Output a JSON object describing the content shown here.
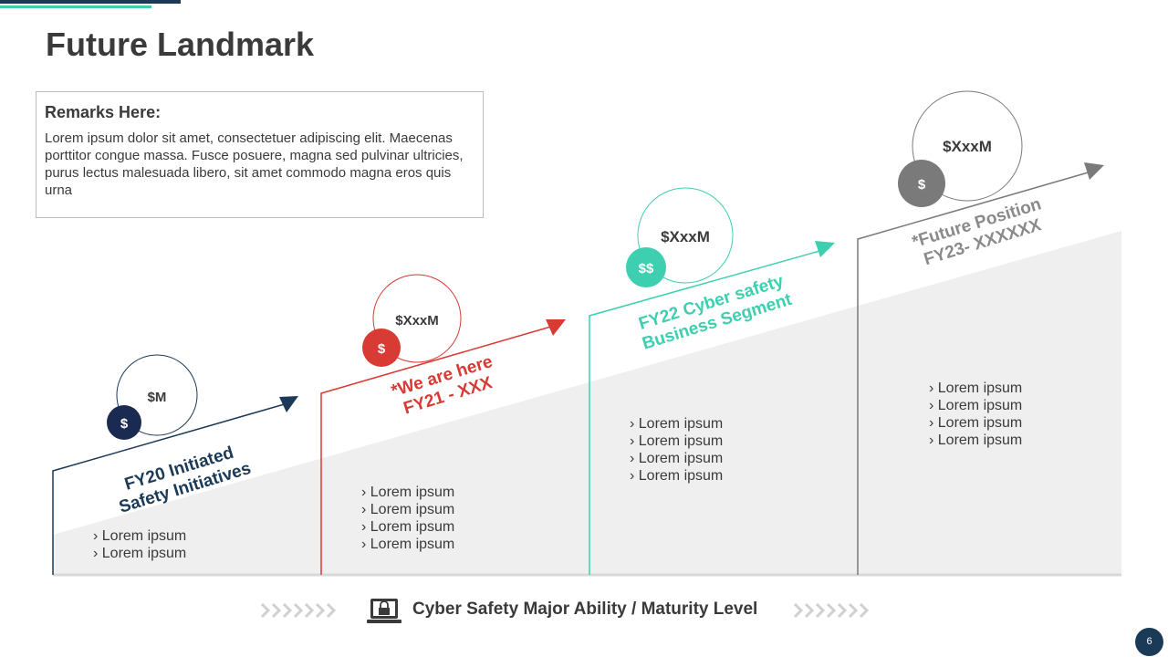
{
  "slide": {
    "title": "Future Landmark",
    "page_number": "6"
  },
  "remarks": {
    "heading": "Remarks Here:",
    "body": "Lorem ipsum dolor sit amet, consectetuer adipiscing elit. Maecenas porttitor congue massa. Fusce posuere, magna sed pulvinar ultricies, purus lectus malesuada libero, sit amet commodo magna eros quis urna"
  },
  "colors": {
    "navy": "#1b3a57",
    "red": "#d83a34",
    "teal": "#3ecfb0",
    "gray": "#7a7a7a",
    "text": "#3a3a3a"
  },
  "stages": [
    {
      "amount": "$M",
      "badge": "$",
      "label_line1": "FY20 Initiated",
      "label_line2": "Safety Initiatives",
      "bullets": [
        "Lorem ipsum",
        "Lorem ipsum"
      ]
    },
    {
      "amount": "$XxxM",
      "badge": "$",
      "label_line1": "*We are here",
      "label_line2": "FY21 - XXX",
      "bullets": [
        "Lorem ipsum",
        "Lorem ipsum",
        "Lorem ipsum",
        "Lorem ipsum"
      ]
    },
    {
      "amount": "$XxxM",
      "badge": "$$",
      "label_line1": "FY22 Cyber safety",
      "label_line2": "Business Segment",
      "bullets": [
        "Lorem ipsum",
        "Lorem ipsum",
        "Lorem ipsum",
        "Lorem ipsum"
      ]
    },
    {
      "amount": "$XxxM",
      "badge": "$",
      "label_line1": "*Future Position",
      "label_line2": "FY23- XXXXXX",
      "bullets": [
        "Lorem ipsum",
        "Lorem ipsum",
        "Lorem ipsum",
        "Lorem ipsum"
      ]
    }
  ],
  "footer": {
    "label": "Cyber Safety Major Ability / Maturity Level",
    "icon": "laptop-lock-icon",
    "left_chevrons_icon": "chevrons-right-icon",
    "right_chevrons_icon": "chevrons-right-icon"
  }
}
